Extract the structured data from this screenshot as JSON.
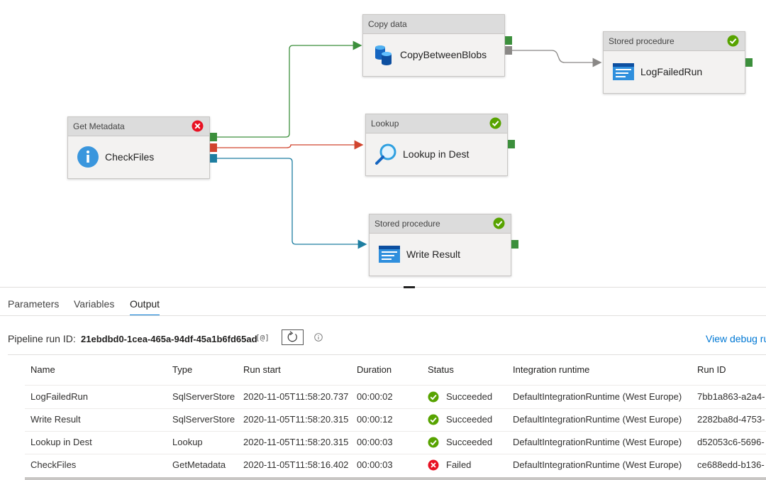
{
  "nodes": {
    "get_metadata": {
      "type": "Get Metadata",
      "name": "CheckFiles",
      "status": "failed"
    },
    "copy_data": {
      "type": "Copy data",
      "name": "CopyBetweenBlobs"
    },
    "stored_procedure_top": {
      "type": "Stored procedure",
      "name": "LogFailedRun",
      "status": "succeeded"
    },
    "lookup": {
      "type": "Lookup",
      "name": "Lookup in Dest",
      "status": "succeeded"
    },
    "stored_procedure_bottom": {
      "type": "Stored procedure",
      "name": "Write Result",
      "status": "succeeded"
    }
  },
  "colors": {
    "success": "#3c8f3c",
    "failure": "#d1442e",
    "completion": "#1e7ea1",
    "skip": "#8a8886",
    "accent": "#0078d4",
    "ok_badge": "#57a300",
    "err_badge": "#e81123"
  },
  "tabs": [
    {
      "label": "Parameters",
      "active": false
    },
    {
      "label": "Variables",
      "active": false
    },
    {
      "label": "Output",
      "active": true
    }
  ],
  "run": {
    "label": "Pipeline run ID:",
    "id": "21ebdbd0-1cea-465a-94df-45a1b6fd65ad",
    "copy_label": "[@]",
    "debug_link": "View debug ru"
  },
  "table": {
    "columns": [
      "Name",
      "Type",
      "Run start",
      "Duration",
      "Status",
      "Integration runtime",
      "Run ID"
    ],
    "rows": [
      {
        "name": "LogFailedRun",
        "type": "SqlServerStore",
        "run_start": "2020-11-05T11:58:20.737",
        "duration": "00:00:02",
        "status": "Succeeded",
        "status_icon": "check-circle-icon",
        "runtime": "DefaultIntegrationRuntime (West Europe)",
        "run_id": "7bb1a863-a2a4-"
      },
      {
        "name": "Write Result",
        "type": "SqlServerStore",
        "run_start": "2020-11-05T11:58:20.315",
        "duration": "00:00:12",
        "status": "Succeeded",
        "status_icon": "check-circle-icon",
        "runtime": "DefaultIntegrationRuntime (West Europe)",
        "run_id": "2282ba8d-4753-"
      },
      {
        "name": "Lookup in Dest",
        "type": "Lookup",
        "run_start": "2020-11-05T11:58:20.315",
        "duration": "00:00:03",
        "status": "Succeeded",
        "status_icon": "check-circle-icon",
        "runtime": "DefaultIntegrationRuntime (West Europe)",
        "run_id": "d52053c6-5696-"
      },
      {
        "name": "CheckFiles",
        "type": "GetMetadata",
        "run_start": "2020-11-05T11:58:16.402",
        "duration": "00:00:03",
        "status": "Failed",
        "status_icon": "error-circle-icon",
        "runtime": "DefaultIntegrationRuntime (West Europe)",
        "run_id": "ce688edd-b136-"
      }
    ]
  }
}
